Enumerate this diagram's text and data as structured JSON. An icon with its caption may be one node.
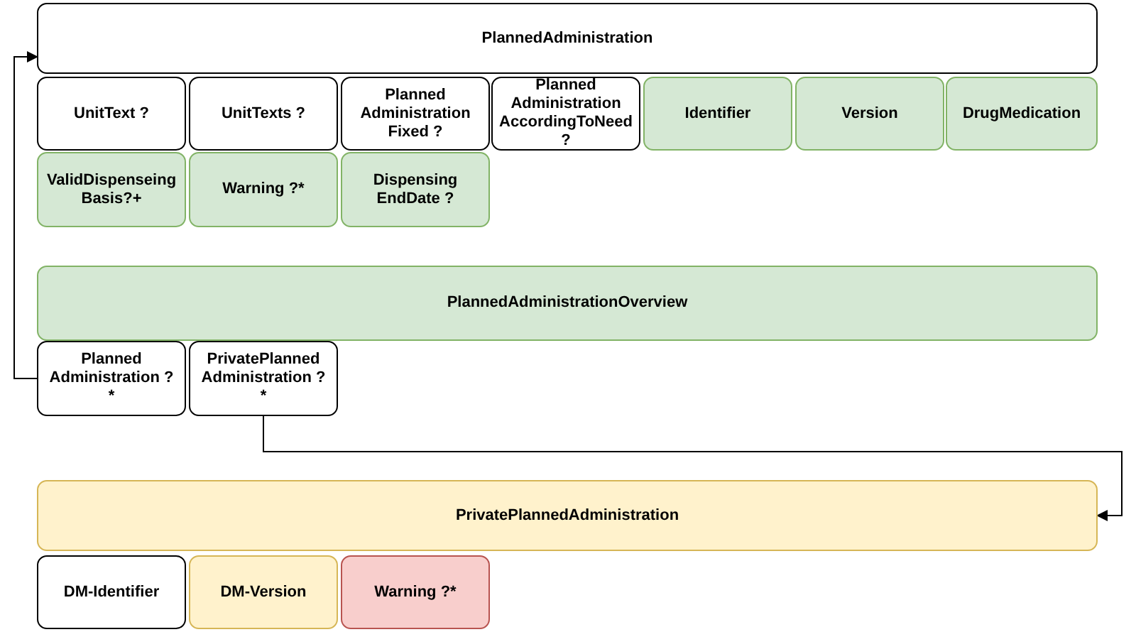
{
  "diagram": {
    "nodes": [
      {
        "text": [
          "PlannedAdministration"
        ]
      },
      {
        "text": [
          "UnitText ?"
        ]
      },
      {
        "text": [
          "UnitTexts ?"
        ]
      },
      {
        "text": [
          "Planned Administration Fixed ?"
        ]
      },
      {
        "text": [
          "Planned Administration AccordingToNeed ?"
        ]
      },
      {
        "text": [
          "Identifier"
        ]
      },
      {
        "text": [
          "Version"
        ]
      },
      {
        "text": [
          "DrugMedication"
        ]
      },
      {
        "text": [
          "ValidDispenseing Basis?+"
        ]
      },
      {
        "text": [
          "Warning ?*"
        ]
      },
      {
        "text": [
          "Dispensing EndDate ?"
        ]
      },
      {
        "text": [
          "PlannedAdministrationOverview"
        ]
      },
      {
        "text": [
          "Planned Administration ?*"
        ]
      },
      {
        "text": [
          "PrivatePlanned Administration ?*"
        ]
      },
      {
        "text": [
          "PrivatePlannedAdministration"
        ]
      },
      {
        "text": [
          "DM-Identifier"
        ]
      },
      {
        "text": [
          "DM-Version"
        ]
      },
      {
        "text": [
          "Warning ?*"
        ]
      }
    ],
    "edges": [
      {
        "from": 12,
        "to": 0,
        "arrow": "to"
      },
      {
        "from": 13,
        "to": 14,
        "arrow": "to"
      }
    ]
  }
}
